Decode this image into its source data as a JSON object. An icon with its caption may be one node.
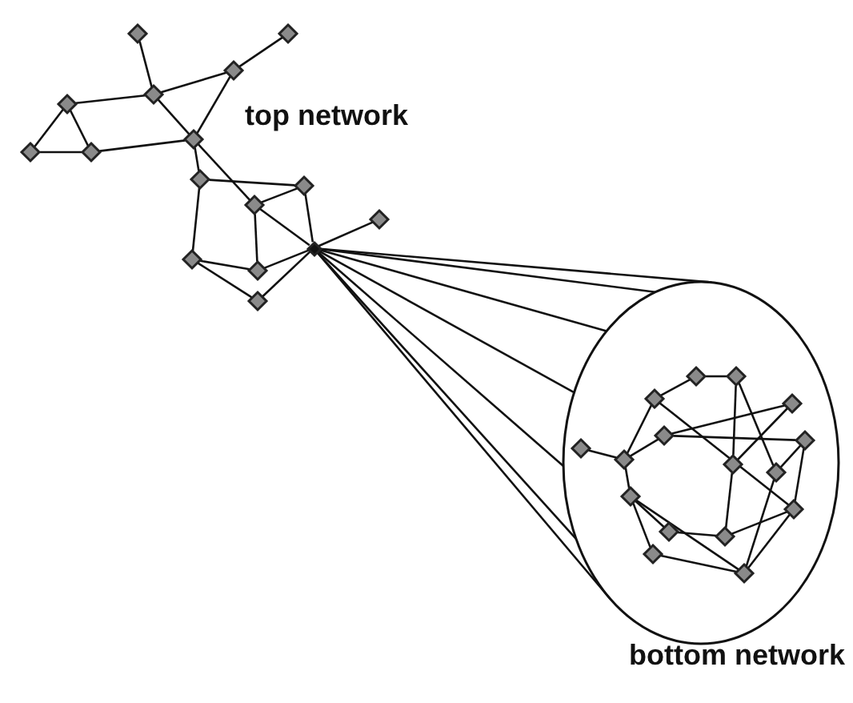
{
  "diagram": {
    "nodes": [
      {
        "text": [],
        "shape": "diamond"
      },
      {
        "text": [],
        "shape": "diamond"
      },
      {
        "text": [],
        "shape": "diamond"
      },
      {
        "text": [],
        "shape": "diamond"
      },
      {
        "text": [],
        "shape": "diamond"
      },
      {
        "text": [],
        "shape": "diamond"
      },
      {
        "text": [],
        "shape": "diamond"
      },
      {
        "text": [],
        "shape": "diamond"
      },
      {
        "text": [],
        "shape": "diamond"
      },
      {
        "text": [],
        "shape": "diamond"
      },
      {
        "text": [],
        "shape": "diamond"
      },
      {
        "text": [],
        "shape": "diamond"
      },
      {
        "text": [],
        "shape": "diamond"
      },
      {
        "text": [],
        "shape": "diamond"
      },
      {
        "text": [],
        "shape": "diamond"
      },
      {
        "text": [],
        "shape": "diamond"
      },
      {
        "text": [],
        "shape": "ellipse"
      },
      {
        "text": [],
        "shape": "diamond",
        "in": 16
      },
      {
        "text": [],
        "shape": "diamond",
        "in": 16
      },
      {
        "text": [],
        "shape": "diamond",
        "in": 16
      },
      {
        "text": [],
        "shape": "diamond",
        "in": 16
      },
      {
        "text": [],
        "shape": "diamond",
        "in": 16
      },
      {
        "text": [],
        "shape": "diamond",
        "in": 16
      },
      {
        "text": [],
        "shape": "diamond",
        "in": 16
      },
      {
        "text": [],
        "shape": "diamond",
        "in": 16
      },
      {
        "text": [],
        "shape": "diamond",
        "in": 16
      },
      {
        "text": [],
        "shape": "diamond",
        "in": 16
      },
      {
        "text": [],
        "shape": "diamond",
        "in": 16
      },
      {
        "text": [],
        "shape": "diamond",
        "in": 16
      },
      {
        "text": [],
        "shape": "diamond",
        "in": 16
      },
      {
        "text": [],
        "shape": "diamond",
        "in": 16
      },
      {
        "text": [],
        "shape": "diamond",
        "in": 16
      },
      {
        "text": [],
        "shape": "diamond",
        "in": 16
      }
    ],
    "edges": [
      {
        "from": 0,
        "to": 3,
        "arrow": "none"
      },
      {
        "from": 1,
        "to": 2,
        "arrow": "none"
      },
      {
        "from": 3,
        "to": 2,
        "arrow": "none"
      },
      {
        "from": 3,
        "to": 4,
        "arrow": "none"
      },
      {
        "from": 4,
        "to": 6,
        "arrow": "none"
      },
      {
        "from": 4,
        "to": 7,
        "arrow": "none"
      },
      {
        "from": 6,
        "to": 7,
        "arrow": "none"
      },
      {
        "from": 7,
        "to": 5,
        "arrow": "none"
      },
      {
        "from": 2,
        "to": 5,
        "arrow": "none"
      },
      {
        "from": 3,
        "to": 5,
        "arrow": "none"
      },
      {
        "from": 5,
        "to": 8,
        "arrow": "none"
      },
      {
        "from": 5,
        "to": 10,
        "arrow": "none"
      },
      {
        "from": 8,
        "to": 9,
        "arrow": "none"
      },
      {
        "from": 8,
        "to": 13,
        "arrow": "none"
      },
      {
        "from": 10,
        "to": 9,
        "arrow": "none"
      },
      {
        "from": 10,
        "to": 14,
        "arrow": "none"
      },
      {
        "from": 10,
        "to": 12,
        "arrow": "none"
      },
      {
        "from": 9,
        "to": 12,
        "arrow": "none"
      },
      {
        "from": 11,
        "to": 12,
        "arrow": "none"
      },
      {
        "from": 13,
        "to": 14,
        "arrow": "none"
      },
      {
        "from": 13,
        "to": 15,
        "arrow": "none"
      },
      {
        "from": 14,
        "to": 12,
        "arrow": "none"
      },
      {
        "from": 15,
        "to": 12,
        "arrow": "none"
      },
      {
        "from": 12,
        "to": 16,
        "arrow": "none"
      },
      {
        "from": 12,
        "to": 16,
        "arrow": "none"
      },
      {
        "from": 12,
        "to": 16,
        "arrow": "none"
      },
      {
        "from": 12,
        "to": 16,
        "arrow": "none"
      },
      {
        "from": 12,
        "to": 16,
        "arrow": "none"
      },
      {
        "from": 12,
        "to": 16,
        "arrow": "none"
      },
      {
        "from": 12,
        "to": 16,
        "arrow": "none"
      },
      {
        "from": 17,
        "to": 18,
        "arrow": "none"
      },
      {
        "from": 17,
        "to": 19,
        "arrow": "none"
      },
      {
        "from": 19,
        "to": 24,
        "arrow": "none"
      },
      {
        "from": 24,
        "to": 22,
        "arrow": "none"
      },
      {
        "from": 24,
        "to": 21,
        "arrow": "none"
      },
      {
        "from": 24,
        "to": 27,
        "arrow": "none"
      },
      {
        "from": 21,
        "to": 23,
        "arrow": "none"
      },
      {
        "from": 19,
        "to": 28,
        "arrow": "none"
      },
      {
        "from": 18,
        "to": 25,
        "arrow": "none"
      },
      {
        "from": 18,
        "to": 26,
        "arrow": "none"
      },
      {
        "from": 20,
        "to": 21,
        "arrow": "none"
      },
      {
        "from": 20,
        "to": 25,
        "arrow": "none"
      },
      {
        "from": 25,
        "to": 30,
        "arrow": "none"
      },
      {
        "from": 23,
        "to": 28,
        "arrow": "none"
      },
      {
        "from": 23,
        "to": 26,
        "arrow": "none"
      },
      {
        "from": 28,
        "to": 30,
        "arrow": "none"
      },
      {
        "from": 27,
        "to": 29,
        "arrow": "none"
      },
      {
        "from": 27,
        "to": 32,
        "arrow": "none"
      },
      {
        "from": 31,
        "to": 32,
        "arrow": "none"
      },
      {
        "from": 27,
        "to": 31,
        "arrow": "none"
      },
      {
        "from": 29,
        "to": 30,
        "arrow": "none"
      },
      {
        "from": 26,
        "to": 32,
        "arrow": "none"
      },
      {
        "from": 28,
        "to": 32,
        "arrow": "none"
      }
    ],
    "labels": [
      "top network",
      "bottom network"
    ]
  }
}
